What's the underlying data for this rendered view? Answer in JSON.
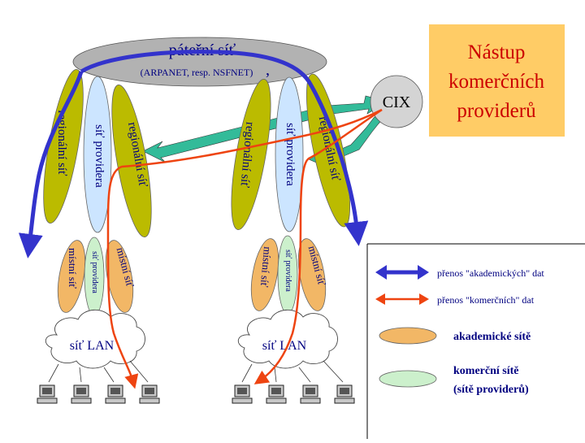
{
  "title_box": {
    "text": "Nástup komerčních providerů",
    "lines": [
      "Nástup",
      "komerčních",
      "providerů"
    ],
    "bg_color": "#FFCC66",
    "text_color": "#CC0000"
  },
  "backbone": {
    "label": "páteřní síť",
    "sublabel": "(ARPANET, resp. NSFNET)",
    "trailing": ",",
    "color": "#B2B2B2"
  },
  "cix": {
    "label": "CIX"
  },
  "clusters": [
    {
      "regional_left": "regionální síť",
      "provider": "síť providera",
      "regional_right": "regionální síť",
      "local_left": "místní síť",
      "local_provider": "síť providera",
      "local_right": "místní síť",
      "lan": "síť LAN"
    },
    {
      "regional_left": "regionální síť",
      "provider": "síť providera",
      "regional_right": "regionální síť",
      "local_left": "místní síť",
      "local_provider": "síť providera",
      "local_right": "místní síť",
      "lan": "síť LAN"
    }
  ],
  "legend": {
    "academic_transfer": "přenos \"akademických\" dat",
    "commercial_transfer": "přenos \"komerčních\" dat",
    "academic_networks": "akademické sítě",
    "commercial_networks_line1": "komerční sítě",
    "commercial_networks_line2": "(sítě providerů)"
  },
  "colors": {
    "regional": "#BBBB00",
    "academic": "#F2B766",
    "commercial": "#CCF0CC",
    "provider_core": "#CCE5FF",
    "academic_arrow": "#3333CC",
    "commercial_arrow": "#EE4411",
    "cix_link": "#33BB99"
  }
}
